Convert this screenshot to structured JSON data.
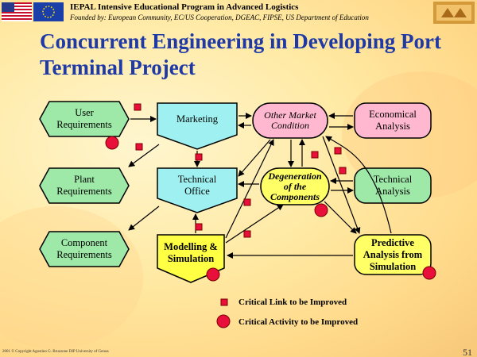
{
  "header": {
    "program_title": "IEPAL Intensive Educational Program in Advanced Logistics",
    "funded_by": "Founded by: European Community, EC/US Cooperation, DGEAC, FIPSE, US Department of Education"
  },
  "title": "Concurrent Engineering in Developing Port Terminal Project",
  "nodes": {
    "user_requirements": "User\nRequirements",
    "plant_requirements": "Plant\nRequirements",
    "component_requirements": "Component\nRequirements",
    "marketing": "Marketing",
    "technical_office": "Technical\nOffice",
    "modelling_simulation": "Modelling &\nSimulation",
    "other_market_condition": "Other Market\nCondition",
    "degeneration_components": "Degeneration\nof the\nComponents",
    "economical_analysis": "Economical\nAnalysis",
    "technical_analysis": "Technical\nAnalysis",
    "predictive_analysis": "Predictive\nAnalysis from\nSimulation"
  },
  "legend": {
    "critical_link": "Critical Link to be Improved",
    "critical_activity": "Critical Activity to be Improved"
  },
  "footer": {
    "copyright": "2001 © Copyright Agostino G. Bruzzone DIP University of Genoa",
    "page_number": "51"
  },
  "colors": {
    "title": "#1f3aa6",
    "requirements_fill": "#9ee8a8",
    "office_fill": "#9ff0f0",
    "analysis_fill": "#ffb8d0",
    "degeneration_fill": "#ffff66",
    "critical_link": "#e8103a",
    "critical_activity": "#e8103a"
  }
}
